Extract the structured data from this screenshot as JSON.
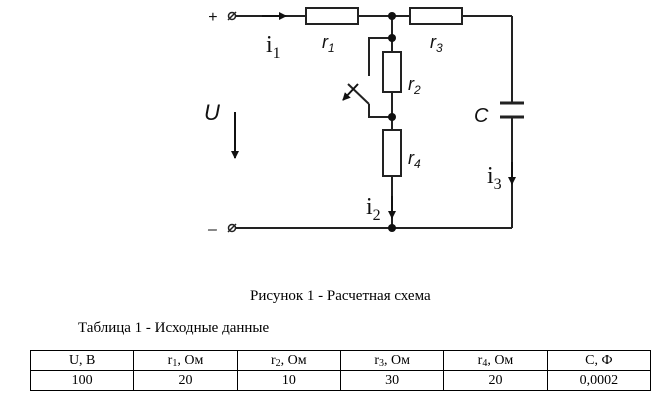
{
  "diagram": {
    "terminal_plus": "+",
    "terminal_minus": "–",
    "voltage_label": "U",
    "current_i1": {
      "base": "i",
      "sub": "1"
    },
    "current_i2": {
      "base": "i",
      "sub": "2"
    },
    "current_i3": {
      "base": "i",
      "sub": "3"
    },
    "r1": {
      "base": "r",
      "sub": "1"
    },
    "r2": {
      "base": "r",
      "sub": "2"
    },
    "r3": {
      "base": "r",
      "sub": "3"
    },
    "r4": {
      "base": "r",
      "sub": "4"
    },
    "capacitor_label": "C"
  },
  "figure_caption": "Рисунок 1 - Расчетная схема",
  "table_caption": "Таблица 1 - Исходные данные",
  "table": {
    "headers": [
      {
        "base": "U, В",
        "sub": "",
        "suffix": ""
      },
      {
        "base": "r",
        "sub": "1",
        "suffix": ", Ом"
      },
      {
        "base": "r",
        "sub": "2",
        "suffix": ", Ом"
      },
      {
        "base": "r",
        "sub": "3",
        "suffix": ", Ом"
      },
      {
        "base": "r",
        "sub": "4",
        "suffix": ", Ом"
      },
      {
        "base": "С, Ф",
        "sub": "",
        "suffix": ""
      }
    ],
    "values": [
      "100",
      "20",
      "10",
      "30",
      "20",
      "0,0002"
    ]
  }
}
